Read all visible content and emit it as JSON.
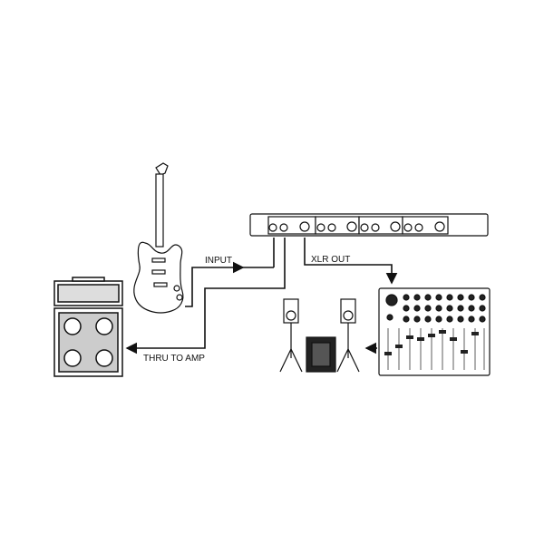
{
  "labels": {
    "input": "INPUT",
    "xlr_out": "XLR OUT",
    "thru_to_amp": "THRU TO AMP"
  },
  "colors": {
    "line": "#111111",
    "background": "#ffffff"
  }
}
